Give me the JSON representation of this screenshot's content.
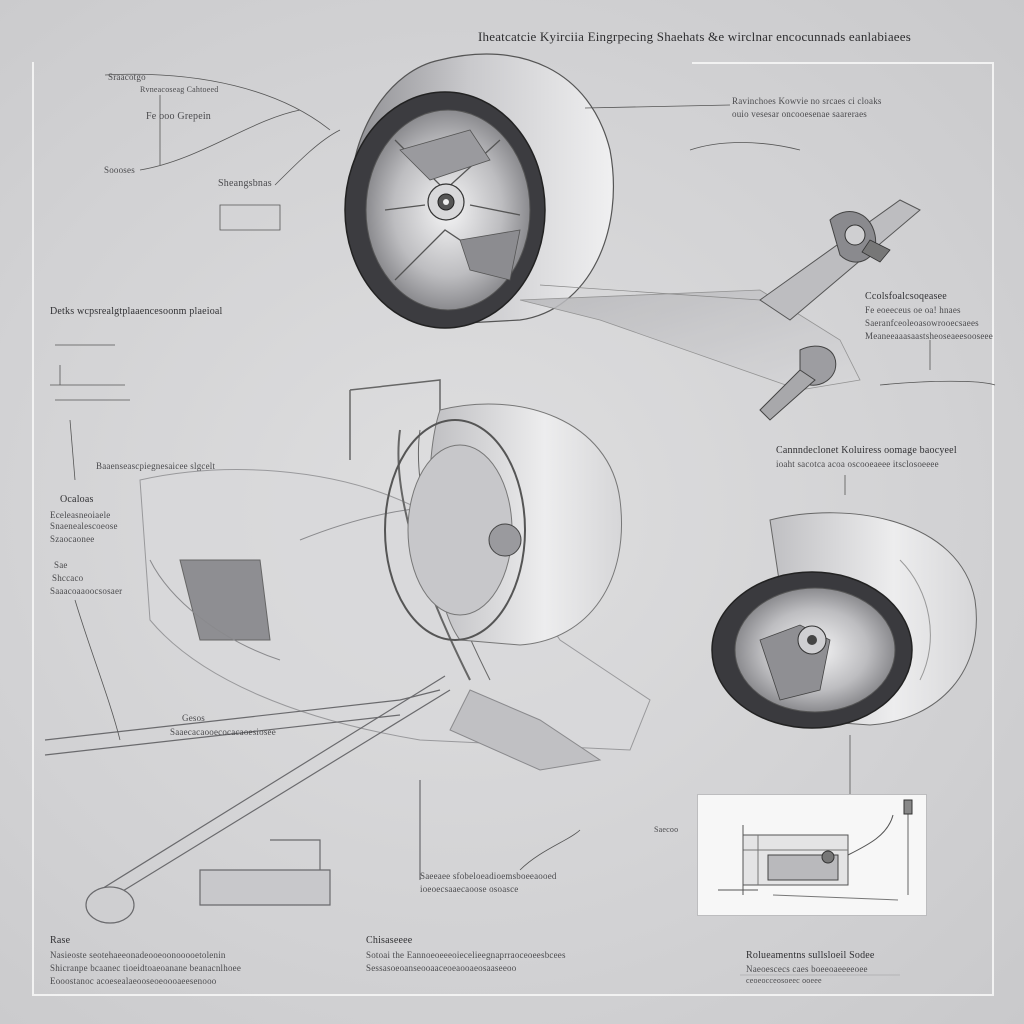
{
  "title": "Iheatcatcie Kyirciia Eingrpecing Shaehats &e wirclnar encocunnads eanlabiaees",
  "callouts": {
    "top_left_a": "Sraacotgo",
    "top_left_b": "Fe ooo Grepein",
    "top_left_c": "Soooses",
    "top_left_d": "Sheangsbnas",
    "top_left_tag": "Rvneacoseag Cahtoeed",
    "top_right_line1": "Ravinchoes Kowvie no srcaes ci cloaks",
    "top_right_line2": "ouio vesesar oncooesenae saareraes",
    "mid_left_head": "Detks wcpsrealgtplaaencesoonm plaeioal",
    "right_mid_head": "Ccolsfoalcsoqeasee",
    "right_mid_line1": "Fe eoeeceus oe oa! hnaes",
    "right_mid_line2": "Saeranfceoleoasowrooecsaees",
    "right_mid_line3": "Meaneeaaasaastsheoseaeesooseee",
    "right_head2": "Cannndeclonet Koluiress oomage baocyeel",
    "right_line2": "ioaht sacotca acoa oscooeaeee itsclosoeeee",
    "left_note_head": "Baaenseascpiegnesaicee slgcelt",
    "left_note_a": "Ocaloas",
    "left_note_b": "Eceleasneoiaele",
    "left_note_c": "Snaenealescoeose",
    "left_note_d": "Szaocaonee",
    "left_note_e": "Sae",
    "left_note_f": "Shccaco",
    "left_note_g": "Saaacoaaoocsosaer",
    "center_small": "Gesos",
    "center_small2": "Saaecacaooecocacaoesiosee",
    "bottom_center_line1": "Saeeaee sfobeloeadioemsboeeaooed",
    "bottom_center_line2": "ioeoecsaaecaoose osoasce",
    "bottom_left_head": "Rase",
    "bottom_left_line1": "Nasieoste seotehaeeonadeooeoonooooetolenin",
    "bottom_left_line2": "Shicranpe bcaanec tioeidtoaeoanane beanacnlhoee",
    "bottom_left_line3": "Eooostanoc acoesealaeooseoeoooaeesenooo",
    "bottom_mid_head": "Chisaseeee",
    "bottom_mid_line1": "Sotoai the Eannoeoeeeoiecelieegnaprraoceoeesbcees",
    "bottom_mid_line2": "Sessasoeoanseooaaceoeaooaeosaaseeoo",
    "bottom_right_head": "Rolueamentns sullsloeil Sodee",
    "bottom_right_line1": "Naeoescecs caes boeeoaeeeeoee",
    "bottom_right_line2": "ceoeocceosoeec ooeee",
    "small_tag": "Saecoo"
  },
  "colors": {
    "paper": "#d3d3d5",
    "ink": "#3a3a3c",
    "drum_dark": "#4a4a4e",
    "drum_light": "#e4e4e6"
  }
}
